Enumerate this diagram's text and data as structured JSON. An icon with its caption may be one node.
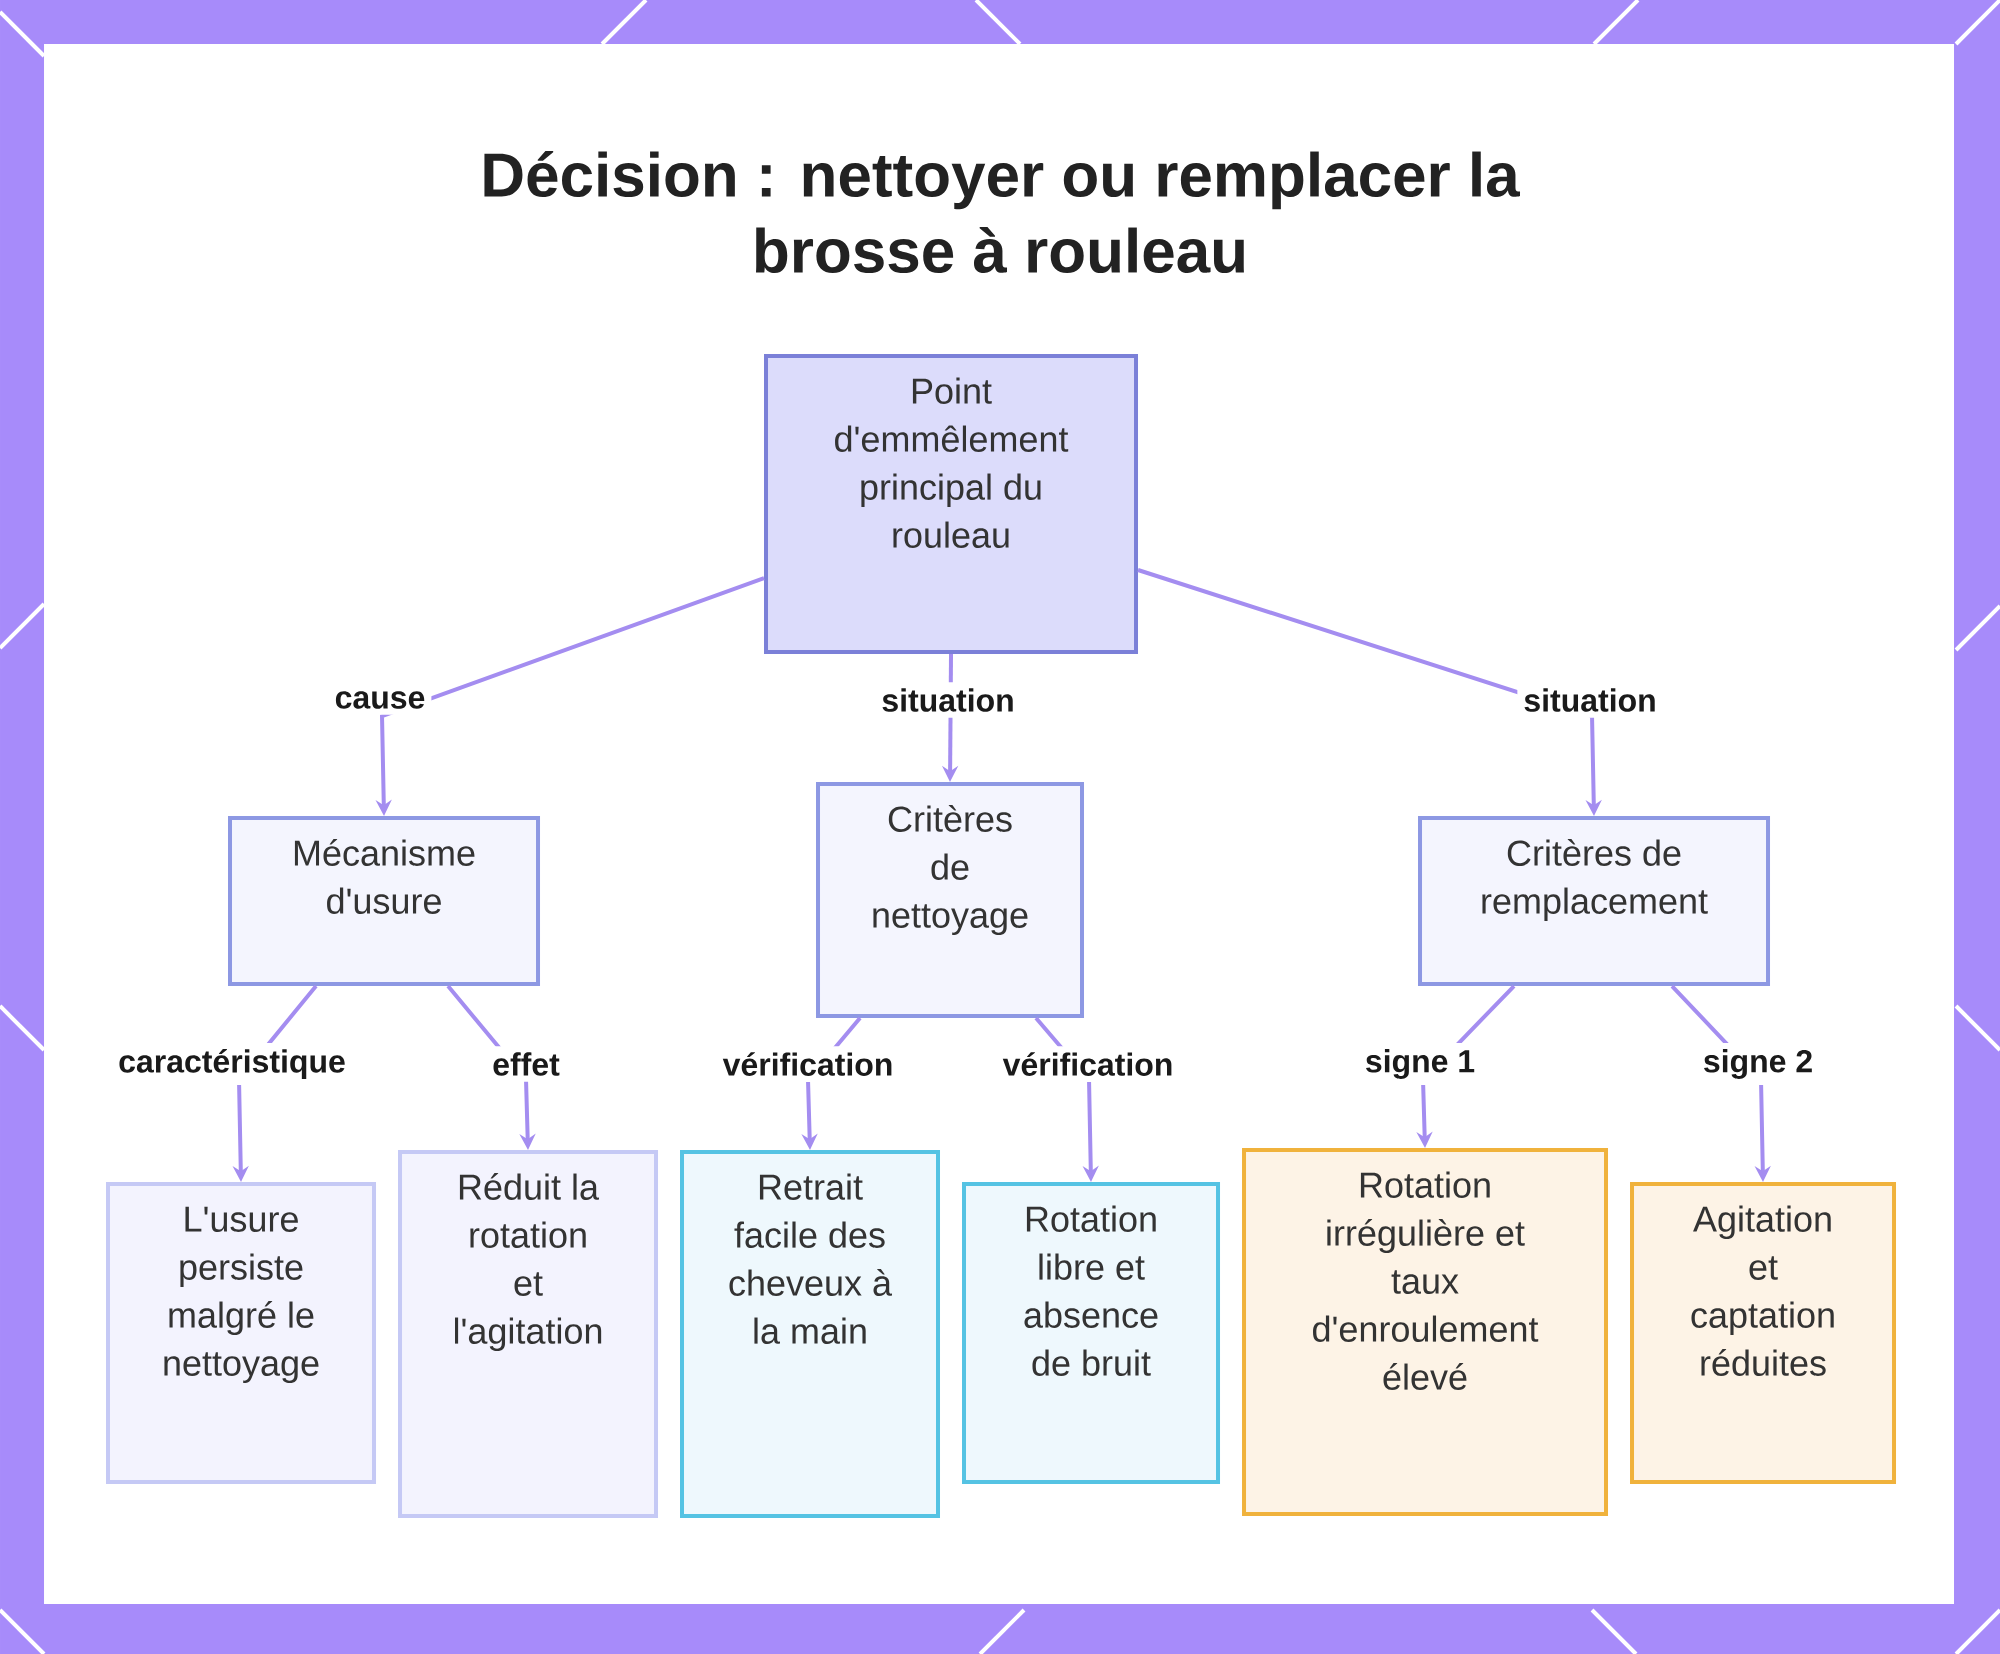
{
  "diagram": {
    "title": "Décision : nettoyer ou remplacer la brosse à rouleau",
    "nodes": [
      {
        "text": [
          "Point d'emmêlement principal du rouleau"
        ]
      },
      {
        "text": [
          "Mécanisme d'usure"
        ]
      },
      {
        "text": [
          "Critères de nettoyage"
        ]
      },
      {
        "text": [
          "Critères de remplacement"
        ]
      },
      {
        "text": [
          "L'usure persiste malgré le nettoyage"
        ]
      },
      {
        "text": [
          "Réduit la rotation et l'agitation"
        ]
      },
      {
        "text": [
          "Retrait facile des cheveux à la main"
        ]
      },
      {
        "text": [
          "Rotation libre et absence de bruit"
        ]
      },
      {
        "text": [
          "Rotation irrégulière et taux d'enroulement élevé"
        ]
      },
      {
        "text": [
          "Agitation et captation réduites"
        ]
      }
    ],
    "edges": [
      {
        "from": 0,
        "to": 1,
        "arrow": "to",
        "label": "cause"
      },
      {
        "from": 0,
        "to": 2,
        "arrow": "to",
        "label": "situation"
      },
      {
        "from": 0,
        "to": 3,
        "arrow": "to",
        "label": "situation"
      },
      {
        "from": 1,
        "to": 4,
        "arrow": "to",
        "label": "caractéristique"
      },
      {
        "from": 1,
        "to": 5,
        "arrow": "to",
        "label": "effet"
      },
      {
        "from": 2,
        "to": 6,
        "arrow": "to",
        "label": "vérification"
      },
      {
        "from": 2,
        "to": 7,
        "arrow": "to",
        "label": "vérification"
      },
      {
        "from": 3,
        "to": 8,
        "arrow": "to",
        "label": "signe 1"
      },
      {
        "from": 3,
        "to": 9,
        "arrow": "to",
        "label": "signe 2"
      }
    ]
  }
}
